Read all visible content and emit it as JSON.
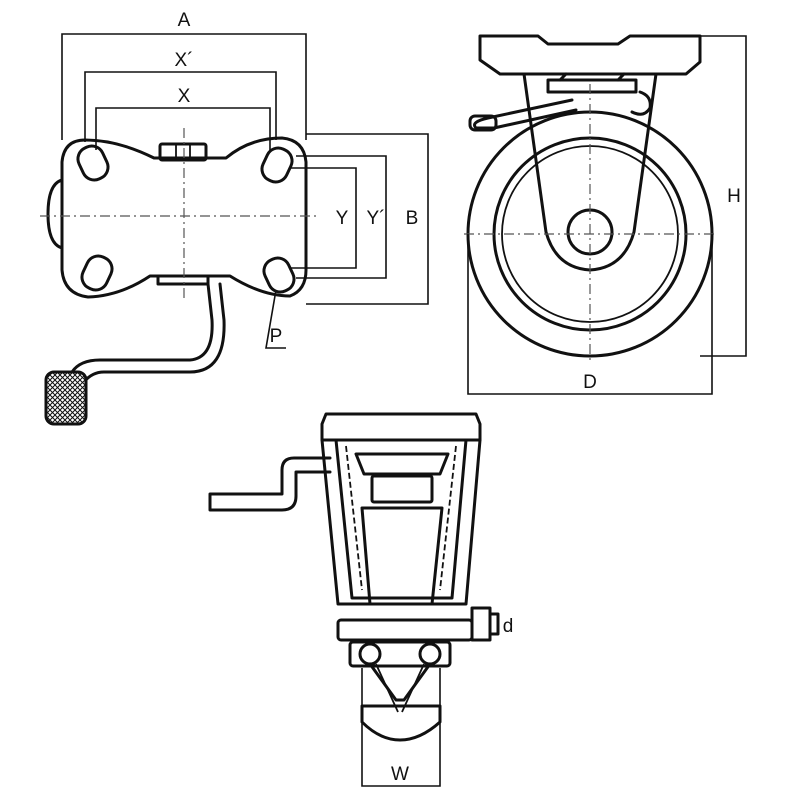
{
  "labels": {
    "A": "A",
    "X_prime": "X´",
    "X": "X",
    "Y": "Y",
    "Y_prime": "Y´",
    "B": "B",
    "P": "P",
    "H": "H",
    "D": "D",
    "d": "d",
    "W": "W"
  }
}
